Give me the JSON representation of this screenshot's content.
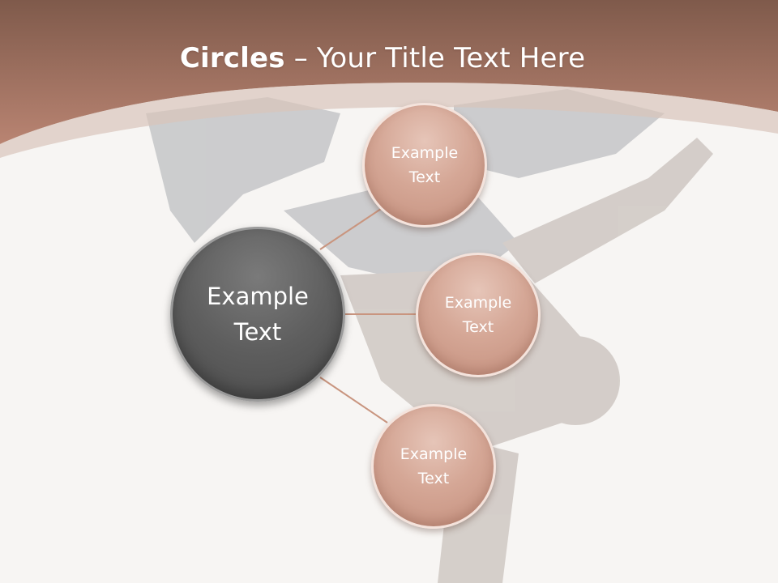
{
  "slide": {
    "title_bold": "Circles",
    "title_rest": " – Your Title Text Here"
  },
  "diagram": {
    "center": {
      "label": "Example\nText"
    },
    "nodes": [
      {
        "label": "Example\nText"
      },
      {
        "label": "Example\nText"
      },
      {
        "label": "Example\nText"
      }
    ]
  },
  "colors": {
    "header": "#a7725f",
    "node_fill": "#d5a796",
    "center_fill": "#5e5e5e",
    "connector": "#c9957f"
  }
}
